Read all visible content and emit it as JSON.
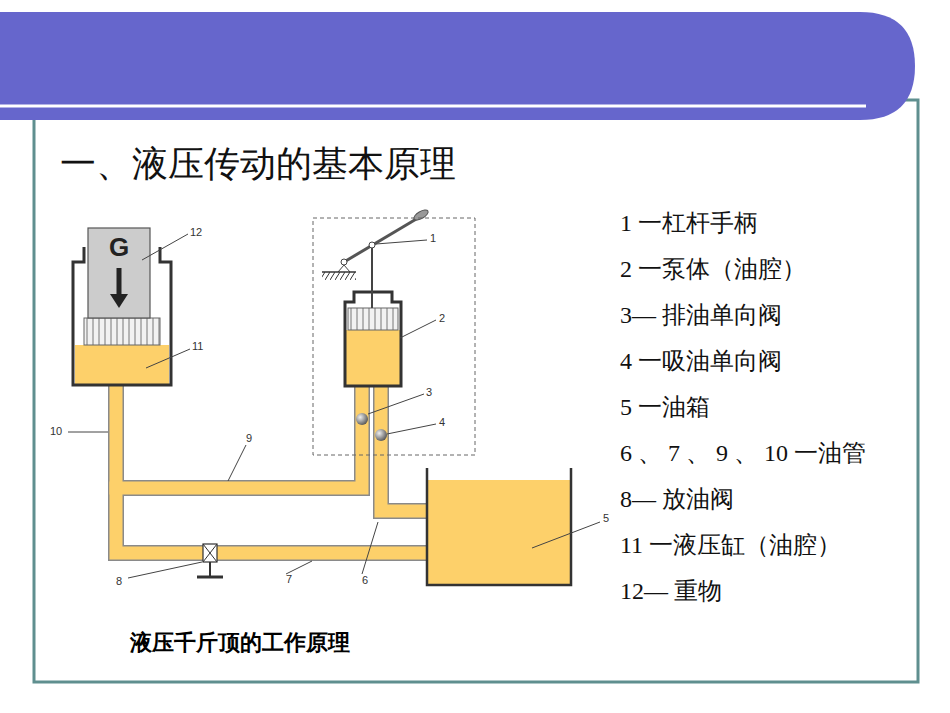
{
  "diagram": {
    "title": "一、液压传动的基本原理",
    "caption": "液压千斤顶的工作原理",
    "nodes": [
      {
        "text": [
          "G"
        ]
      }
    ],
    "labels": [
      "12",
      "1",
      "11",
      "2",
      "3",
      "4",
      "10",
      "9",
      "5",
      "8",
      "7",
      "6",
      "1 一杠杆手柄",
      "2 一泵体（油腔）",
      "3— 排油单向阀",
      "4 一吸油单向阀",
      "5 一油箱",
      "6 、 7 、 9 、 10 一油管",
      "8— 放油阀",
      "11 一液压缸（油腔）",
      "12— 重物"
    ]
  }
}
